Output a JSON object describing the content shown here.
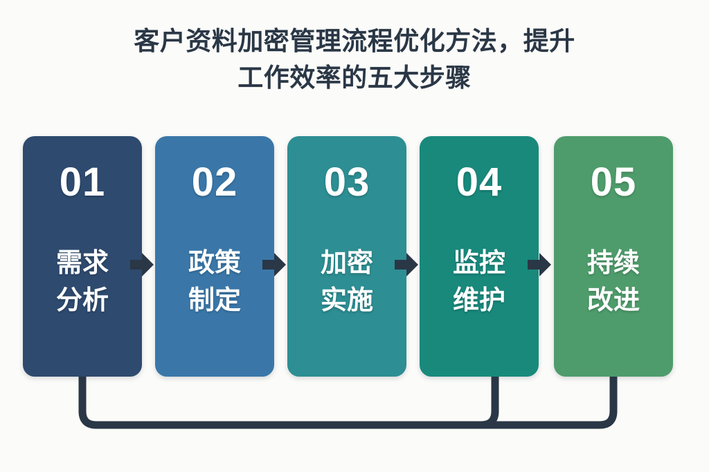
{
  "page": {
    "background_color": "#fbfbf9",
    "title": {
      "line1": "客户资料加密管理流程优化方法，提升",
      "line2": "工作效率的五大步骤",
      "color": "#2a3746"
    }
  },
  "diagram": {
    "type": "process-flow",
    "step_count": 5,
    "arrow_color": "#2a3746",
    "loop_color": "#2a3746",
    "steps": [
      {
        "number": "01",
        "label_line1": "需求",
        "label_line2": "分析",
        "label_full": "需求分析",
        "color": "#2e4a6e"
      },
      {
        "number": "02",
        "label_line1": "政策",
        "label_line2": "制定",
        "label_full": "政策制定",
        "color": "#3a77a8"
      },
      {
        "number": "03",
        "label_line1": "加密",
        "label_line2": "实施",
        "label_full": "加密实施",
        "color": "#2d8e93"
      },
      {
        "number": "04",
        "label_line1": "监控",
        "label_line2": "维护",
        "label_full": "监控维护",
        "color": "#19897c"
      },
      {
        "number": "05",
        "label_line1": "持续",
        "label_line2": "改进",
        "label_full": "持续改进",
        "color": "#4e9c6b"
      }
    ],
    "connectors": [
      {
        "from": "01",
        "to": "02",
        "kind": "arrow-right"
      },
      {
        "from": "02",
        "to": "03",
        "kind": "arrow-right"
      },
      {
        "from": "03",
        "to": "04",
        "kind": "arrow-right"
      },
      {
        "from": "04",
        "to": "05",
        "kind": "arrow-right"
      },
      {
        "from": "05",
        "to": "01",
        "kind": "feedback-loop"
      }
    ]
  }
}
